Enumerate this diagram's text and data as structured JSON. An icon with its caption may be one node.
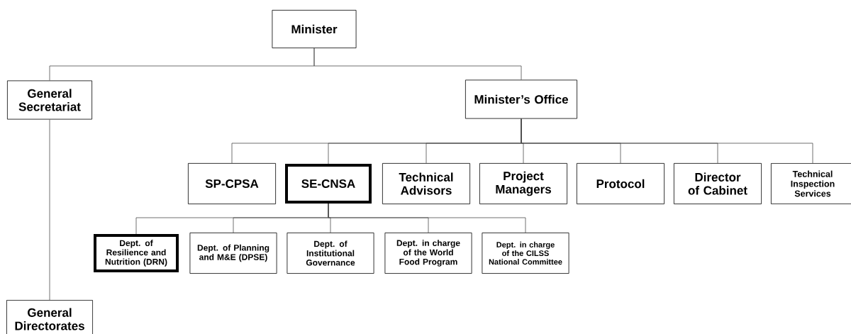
{
  "diagram": {
    "nodes": [
      {
        "text": [
          "Minister"
        ]
      },
      {
        "text": [
          "General Secretariat"
        ]
      },
      {
        "text": [
          "Minister’s Office"
        ]
      },
      {
        "text": [
          "General Directorates"
        ]
      },
      {
        "text": [
          "SP-CPSA"
        ]
      },
      {
        "text": [
          "SE-CNSA"
        ]
      },
      {
        "text": [
          "Technical Advisors"
        ]
      },
      {
        "text": [
          "Project Managers"
        ]
      },
      {
        "text": [
          "Protocol"
        ]
      },
      {
        "text": [
          "Director of Cabinet"
        ]
      },
      {
        "text": [
          "Technical Inspection Services"
        ]
      },
      {
        "text": [
          "Dept. of Resilience and Nutrition (DRN)"
        ]
      },
      {
        "text": [
          "Dept. of Planning and M&E (DPSE)"
        ]
      },
      {
        "text": [
          "Dept. of Institutional Governance"
        ]
      },
      {
        "text": [
          "Dept. in charge of the World Food Program"
        ]
      },
      {
        "text": [
          "Dept. in charge of the CILSS National Committee"
        ]
      }
    ],
    "edges": [
      {
        "from": 0,
        "to": 1,
        "arrow": "none"
      },
      {
        "from": 0,
        "to": 2,
        "arrow": "none"
      },
      {
        "from": 1,
        "to": 3,
        "arrow": "none"
      },
      {
        "from": 2,
        "to": 4,
        "arrow": "none"
      },
      {
        "from": 2,
        "to": 5,
        "arrow": "none"
      },
      {
        "from": 2,
        "to": 6,
        "arrow": "none"
      },
      {
        "from": 2,
        "to": 7,
        "arrow": "none"
      },
      {
        "from": 2,
        "to": 8,
        "arrow": "none"
      },
      {
        "from": 2,
        "to": 9,
        "arrow": "none"
      },
      {
        "from": 2,
        "to": 10,
        "arrow": "none"
      },
      {
        "from": 5,
        "to": 11,
        "arrow": "none"
      },
      {
        "from": 5,
        "to": 12,
        "arrow": "none"
      },
      {
        "from": 5,
        "to": 13,
        "arrow": "none"
      },
      {
        "from": 5,
        "to": 14,
        "arrow": "none"
      },
      {
        "from": 5,
        "to": 15,
        "arrow": "none"
      }
    ]
  }
}
